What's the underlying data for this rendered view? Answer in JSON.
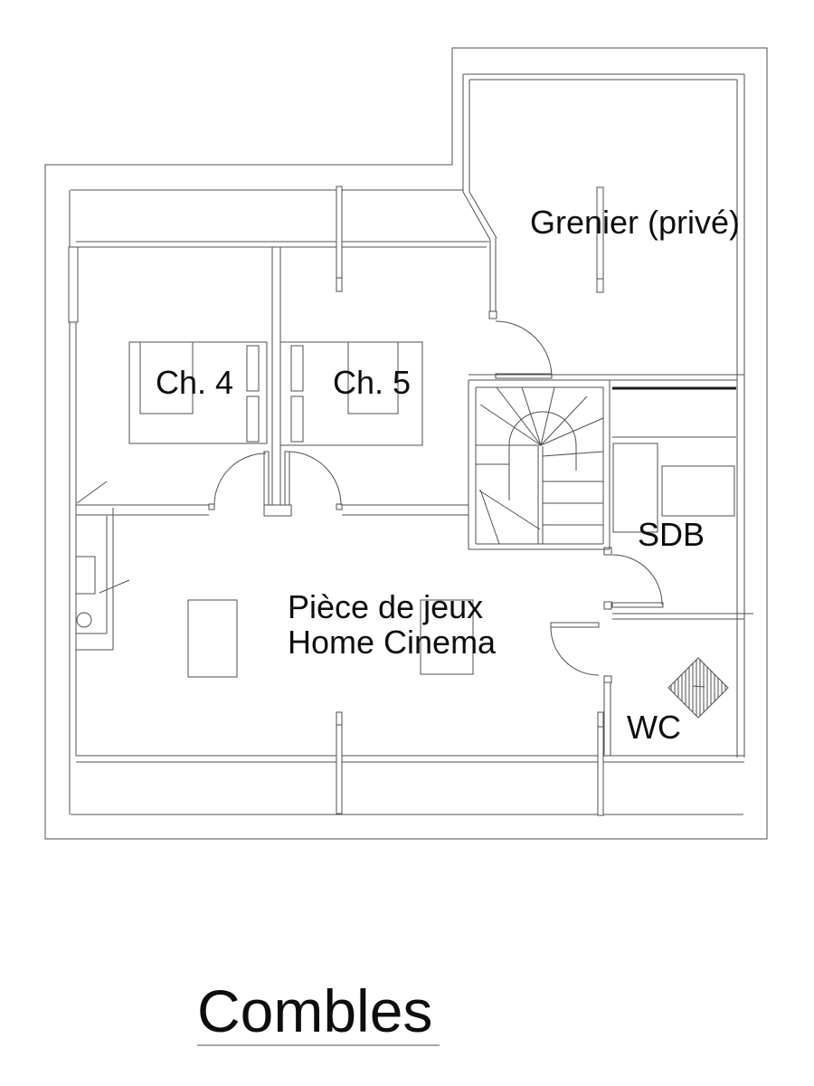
{
  "plan": {
    "title": "Combles",
    "labels": {
      "grenier": "Grenier (privé)",
      "ch4": "Ch. 4",
      "ch5": "Ch. 5",
      "sdb": "SDB",
      "wc": "WC",
      "game_room_line1": "Pièce de jeux",
      "game_room_line2": "Home Cinema"
    }
  },
  "colors": {
    "line": "#4f4f4f",
    "line-dark": "#1c1c1c",
    "text": "#0d0d0d",
    "bg": "#ffffff"
  }
}
